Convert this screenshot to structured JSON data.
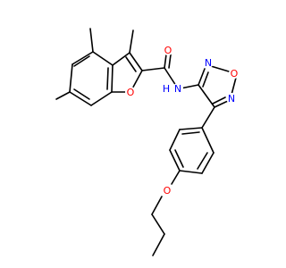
{
  "molecule": {
    "atom_labels": {
      "o_furan": "O",
      "o_carbonyl": "O",
      "n_amide": "N",
      "h_amide": "H",
      "n_ring_top": "N",
      "o_ring": "O",
      "n_ring_bottom": "N",
      "o_ether": "O"
    },
    "colors": {
      "bond": "#000000",
      "oxygen": "#ff0000",
      "nitrogen": "#0000ff"
    }
  }
}
